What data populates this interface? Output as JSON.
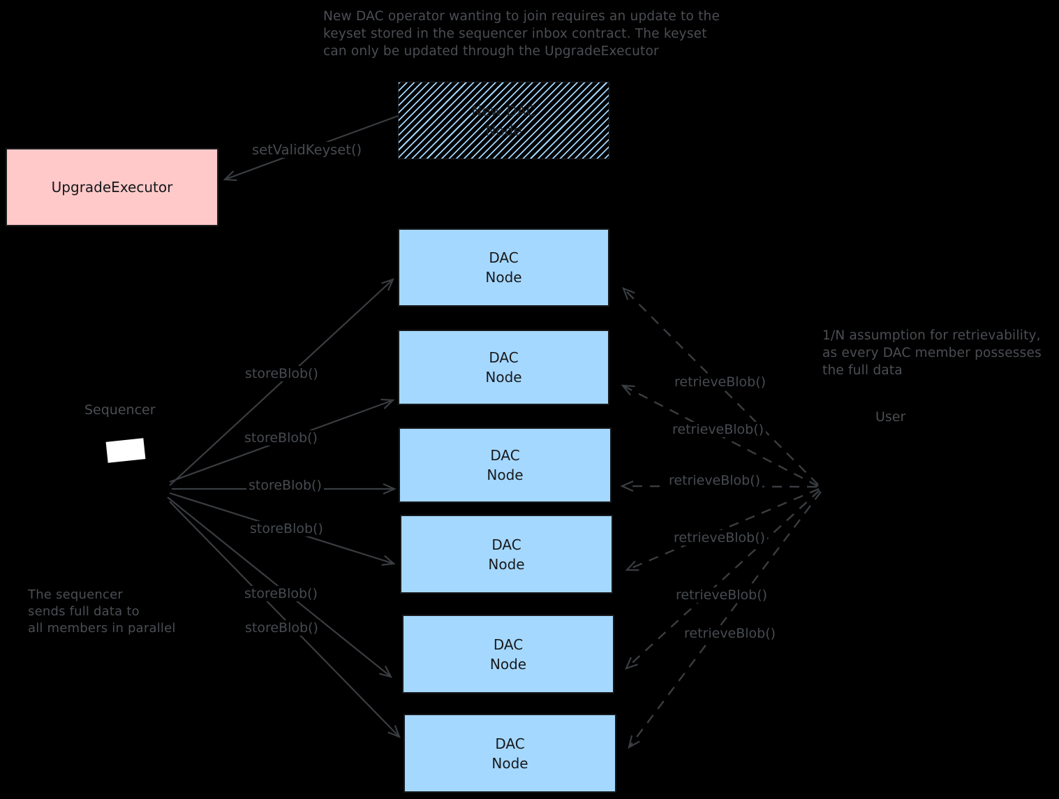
{
  "notes": {
    "keyset": [
      "New DAC operator wanting to join requires an update to the",
      "keyset stored in the sequencer inbox contract. The keyset",
      "can only be updated through the UpgradeExecutor"
    ],
    "retrievability": [
      "1/N assumption for retrievability,",
      "as every DAC member possesses",
      "the full data"
    ],
    "parallel": [
      "The sequencer",
      "sends full data to",
      "all members in parallel"
    ]
  },
  "boxes": {
    "new_dac_node": {
      "line1": "New DAC",
      "line2": "Node"
    },
    "upgrade_executor": "UpgradeExecutor",
    "dac_nodes": [
      {
        "line1": "DAC",
        "line2": "Node"
      },
      {
        "line1": "DAC",
        "line2": "Node"
      },
      {
        "line1": "DAC",
        "line2": "Node"
      },
      {
        "line1": "DAC",
        "line2": "Node"
      },
      {
        "line1": "DAC",
        "line2": "Node"
      },
      {
        "line1": "DAC",
        "line2": "Node"
      }
    ]
  },
  "actors": {
    "sequencer": "Sequencer",
    "user": "User"
  },
  "calls": {
    "set_valid_keyset": "setValidKeyset()",
    "store_blob": [
      "storeBlob()",
      "storeBlob()",
      "storeBlob()",
      "storeBlob()",
      "storeBlob()",
      "storeBlob()"
    ],
    "retrieve_blob": [
      "retrieveBlob()",
      "retrieveBlob()",
      "retrieveBlob()",
      "retrieveBlob()",
      "retrieveBlob()",
      "retrieveBlob()"
    ]
  },
  "colors": {
    "background": "#000000",
    "dac_node_fill": "#a5d8ff",
    "upgrade_executor_fill": "#ffc9c9",
    "box_stroke": "#17191c",
    "annotation_gray": "#4b4e53",
    "arrow_gray": "#3a3d41",
    "sequencer_screen": "#ffffff"
  }
}
